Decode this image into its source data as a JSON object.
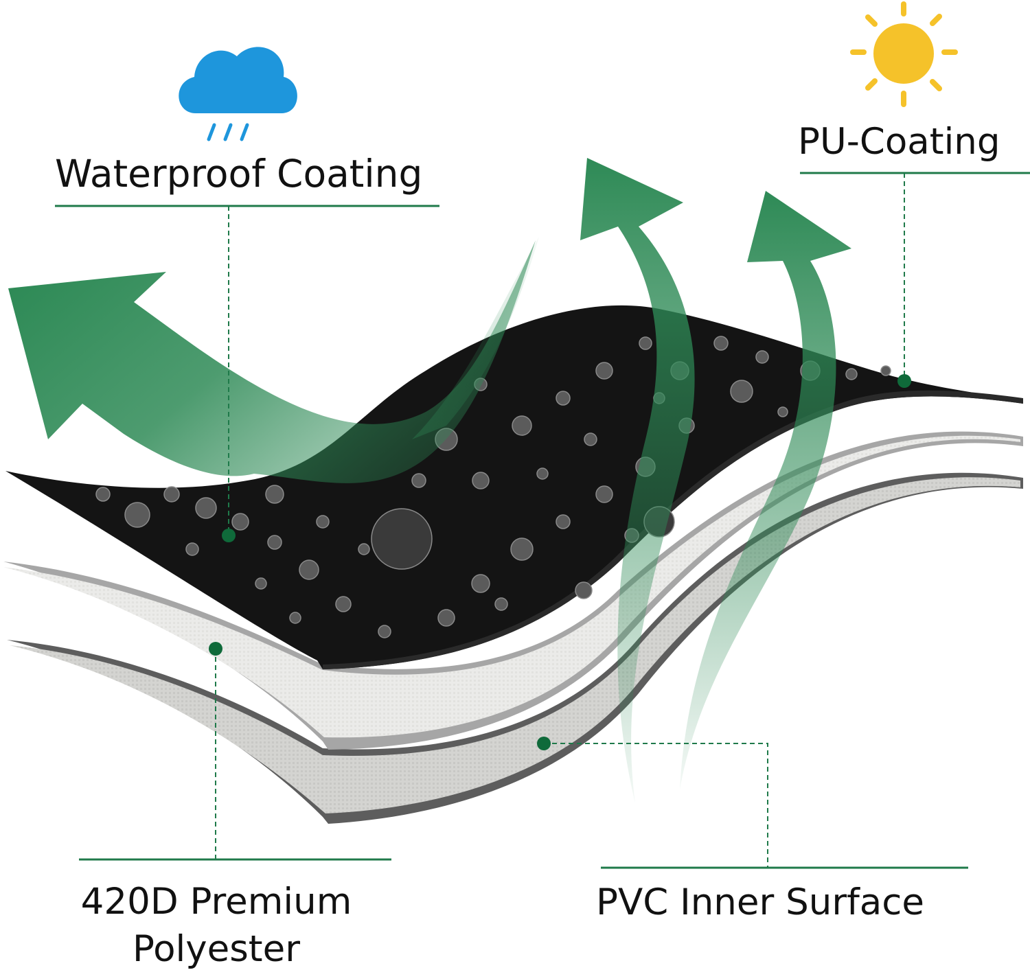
{
  "labels": {
    "waterproof": "Waterproof Coating",
    "pu": "PU-Coating",
    "polyester_line1": "420D Premium",
    "polyester_line2": "Polyester",
    "pvc": "PVC Inner Surface"
  },
  "icons": {
    "rain": "rain-cloud-icon",
    "sun": "sun-icon"
  },
  "colors": {
    "accent_green": "#1f7a4a",
    "arrow_green": "#2e8a56",
    "cloud_blue": "#1e96dc",
    "sun_yellow": "#f5c22a",
    "fabric_black": "#141414",
    "fabric_light": "#ebebe9",
    "fabric_gray": "#c9c9c7"
  }
}
